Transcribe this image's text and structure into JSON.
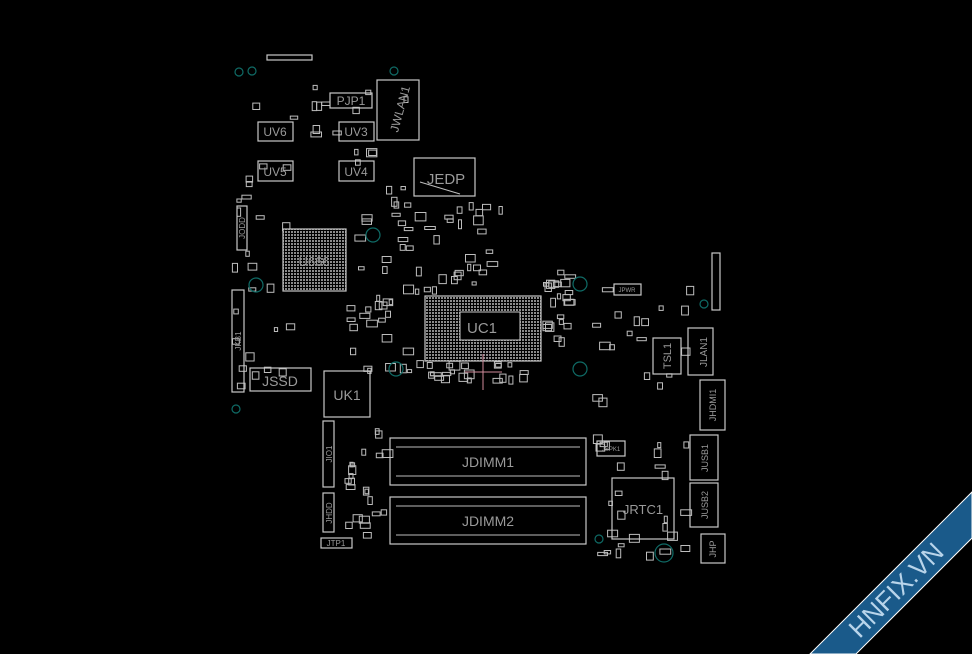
{
  "board": {
    "background": "#000000",
    "outline_color": "#c8c8c8",
    "label_color": "#9a9a9a",
    "hole_color": "#0f6b66",
    "cursor_color": "#d08a9a",
    "components": {
      "PJP1": "PJP1",
      "JWLAN1": "JWLAN1",
      "UV6": "UV6",
      "UV3": "UV3",
      "UV5": "UV5",
      "UV4": "UV4",
      "JEDP": "JEDP",
      "U666": "U666",
      "JODD": "JODD",
      "JKB1": "JKB1",
      "JSSD": "JSSD",
      "UK1": "UK1",
      "UC1": "UC1",
      "JDIMM1": "JDIMM1",
      "JDIMM2": "JDIMM2",
      "JIO1": "JIO1",
      "JHDD": "JHDD",
      "JTP1": "JTP1",
      "JPWR": "JPWR",
      "TSL1": "TSL1",
      "JLAN1": "JLAN1",
      "JHDMI1": "JHDMI1",
      "JUSB1": "JUSB1",
      "JUSB2": "JUSB2",
      "JHP": "JHP",
      "JSPK1": "JSPK1",
      "JRTC1": "JRTC1"
    }
  },
  "watermark": {
    "text": "HNFIX.VN",
    "band_color": "#1a5a8a",
    "accent_color": "#e02020"
  }
}
